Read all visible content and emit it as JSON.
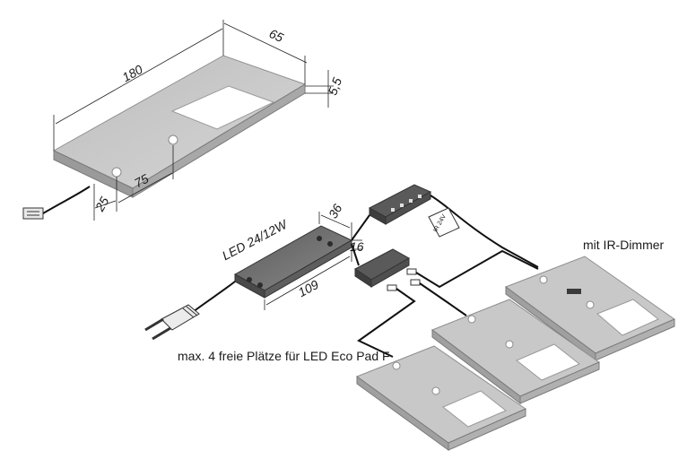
{
  "dimensions": {
    "length": "180",
    "width": "65",
    "height": "5,5",
    "hole_offset_x": "25",
    "hole_offset_y": "75",
    "driver_length": "109",
    "driver_width": "36",
    "driver_height": "16"
  },
  "labels": {
    "driver": "LED 24/12W",
    "ir_dimmer": "mit IR-Dimmer",
    "free_slots": "max. 4 freie Plätze für LED Eco Pad F",
    "sensor_tag": "IR 24V"
  },
  "colors": {
    "panel_gray": "#c8c8c8",
    "panel_edge": "#8f8f8f",
    "window": "#ffffff",
    "cable": "#111111",
    "driver_dark": "#6b6b6b"
  }
}
